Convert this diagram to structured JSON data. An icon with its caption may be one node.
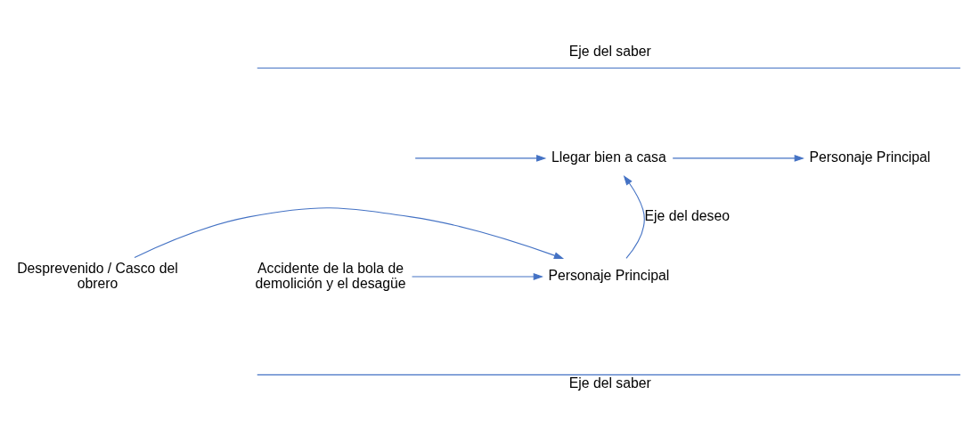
{
  "diagram": {
    "nodes": [
      {
        "text": [
          "Llegar bien a casa"
        ]
      },
      {
        "text": [
          "Personaje Principal"
        ]
      },
      {
        "text": [
          "Desprevenido / Casco del obrero"
        ]
      },
      {
        "text": [
          "Personaje Principal"
        ]
      },
      {
        "text": [
          "Accidente de la bola de demolición y el desagüe"
        ]
      }
    ],
    "edges": [
      {
        "from": null,
        "to": 0,
        "arrow": "to"
      },
      {
        "from": 0,
        "to": 1,
        "arrow": "to"
      },
      {
        "from": 3,
        "to": 0,
        "arrow": "to",
        "label": "Eje del deseo"
      },
      {
        "from": 2,
        "to": 3,
        "arrow": "to"
      },
      {
        "from": 4,
        "to": 3,
        "arrow": "to"
      }
    ],
    "labels": [
      "Eje del saber",
      "Eje del saber"
    ]
  }
}
